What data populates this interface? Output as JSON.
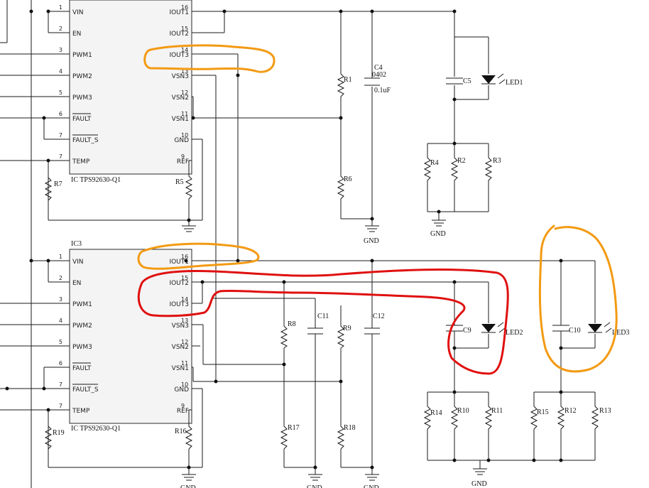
{
  "ic_top": {
    "name": "IC TPS92630-Q1",
    "left_pins": [
      {
        "num": "1",
        "label": "VIN"
      },
      {
        "num": "2",
        "label": "EN"
      },
      {
        "num": "3",
        "label": "PWM1"
      },
      {
        "num": "4",
        "label": "PWM2"
      },
      {
        "num": "5",
        "label": "PWM3"
      },
      {
        "num": "6",
        "label": "FAULT"
      },
      {
        "num": "7",
        "label": "FAULT_S"
      },
      {
        "num": "7",
        "label": "TEMP"
      }
    ],
    "right_pins": [
      {
        "num": "16",
        "label": "IOUT1"
      },
      {
        "num": "15",
        "label": "IOUT2"
      },
      {
        "num": "14",
        "label": "IOUT3"
      },
      {
        "num": "13",
        "label": "VSN3"
      },
      {
        "num": "12",
        "label": "VSN2"
      },
      {
        "num": "11",
        "label": "VSN1"
      },
      {
        "num": "10",
        "label": "GND"
      },
      {
        "num": "9",
        "label": "REF"
      }
    ]
  },
  "ic_bottom": {
    "ref": "IC3",
    "name": "IC TPS92630-Q1",
    "left_pins": [
      {
        "num": "1",
        "label": "VIN"
      },
      {
        "num": "2",
        "label": "EN"
      },
      {
        "num": "3",
        "label": "PWM1"
      },
      {
        "num": "4",
        "label": "PWM2"
      },
      {
        "num": "5",
        "label": "PWM3"
      },
      {
        "num": "6",
        "label": "FAULT"
      },
      {
        "num": "7",
        "label": "FAULT_S"
      },
      {
        "num": "7",
        "label": "TEMP"
      }
    ],
    "right_pins": [
      {
        "num": "16",
        "label": "IOUT1"
      },
      {
        "num": "15",
        "label": "IOUT2"
      },
      {
        "num": "14",
        "label": "IOUT3"
      },
      {
        "num": "13",
        "label": "VSN3"
      },
      {
        "num": "12",
        "label": "VSN2"
      },
      {
        "num": "11",
        "label": "VSN1"
      },
      {
        "num": "10",
        "label": "GND"
      },
      {
        "num": "9",
        "label": "REF"
      }
    ]
  },
  "components": {
    "r1": "R1",
    "r2": "R2",
    "r3": "R3",
    "r4": "R4",
    "r5": "R5",
    "r6": "R6",
    "r7": "R7",
    "r8": "R8",
    "r9": "R9",
    "r10": "R10",
    "r11": "R11",
    "r12": "R12",
    "r13": "R13",
    "r14": "R14",
    "r15": "R15",
    "r16": "R16",
    "r17": "R17",
    "r18": "R18",
    "r19": "R19",
    "c4": "C4",
    "c4_size": "0402",
    "c4_value": "0.1uF",
    "c5": "C5",
    "c9": "C9",
    "c10": "C10",
    "c11": "C11",
    "c12": "C12",
    "led1": "LED1",
    "led2": "LED2",
    "led3": "LED3"
  },
  "gnd_label": "GND",
  "annotation_colors": {
    "orange": "#f39a13",
    "red": "#e01010"
  }
}
